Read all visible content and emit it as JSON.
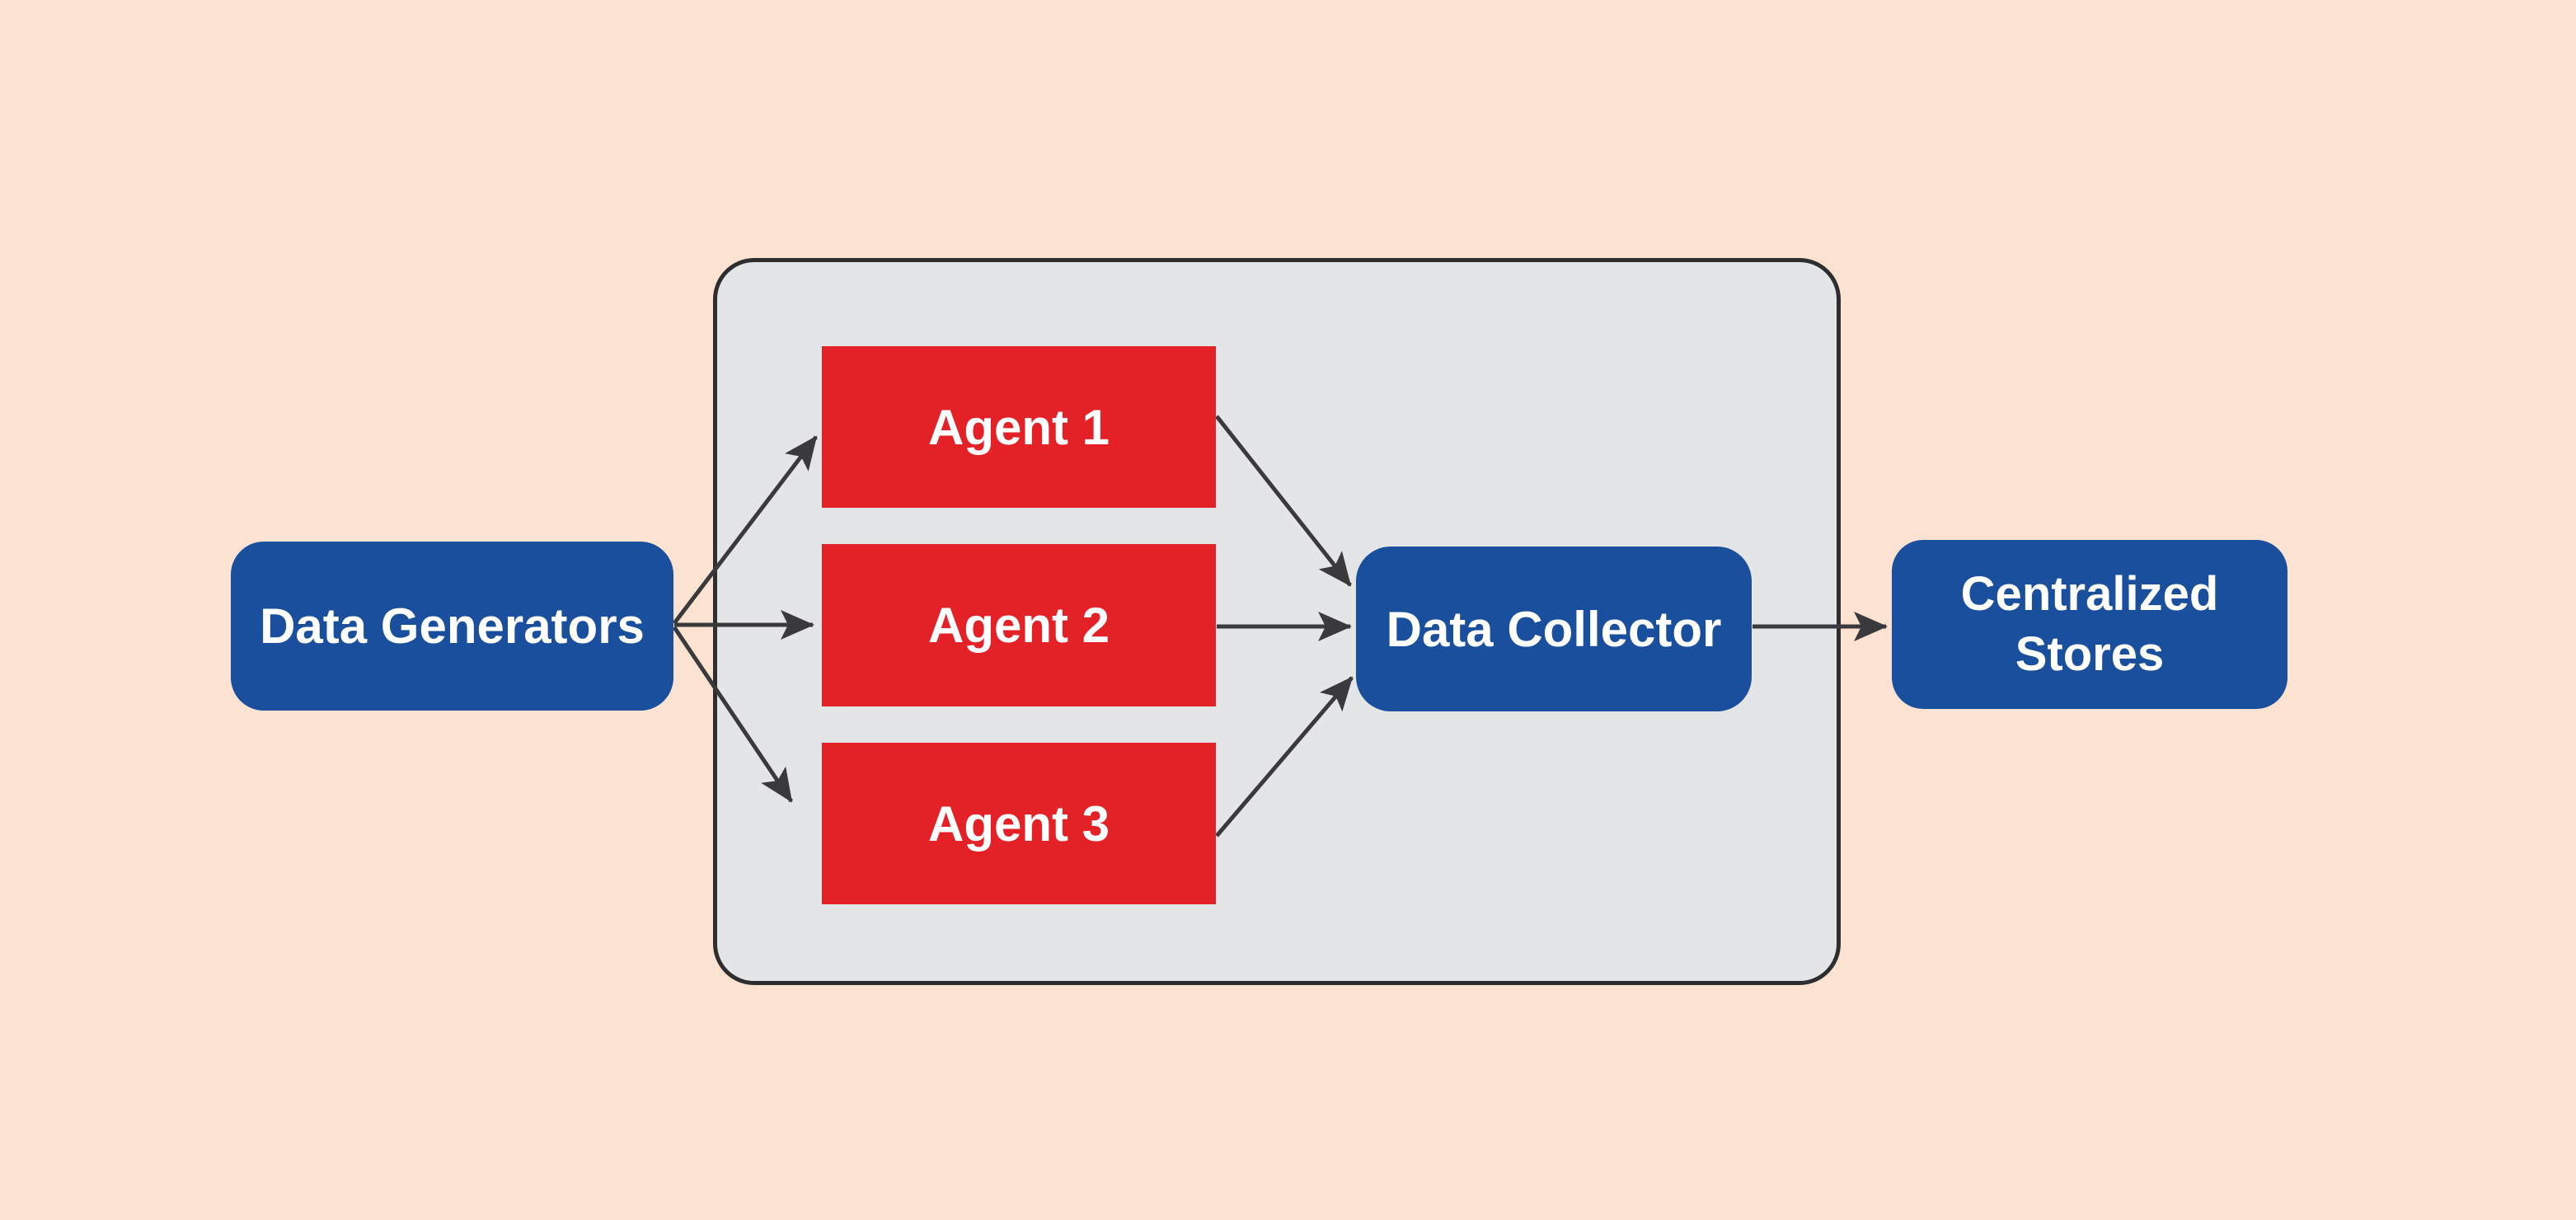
{
  "diagram": {
    "background_color": "#fce3d1",
    "arrow_color": "#3a3a3c",
    "group_box": {
      "fill": "#e4e5e7",
      "border_color": "#2e2e30"
    },
    "nodes": {
      "data_generators": {
        "label": "Data Generators",
        "fill": "#1a4f9e",
        "text_color": "#ffffff",
        "shape": "rounded-rect"
      },
      "agent_1": {
        "label": "Agent 1",
        "fill": "#e42127",
        "text_color": "#ffffff",
        "shape": "rect"
      },
      "agent_2": {
        "label": "Agent 2",
        "fill": "#e42127",
        "text_color": "#ffffff",
        "shape": "rect"
      },
      "agent_3": {
        "label": "Agent 3",
        "fill": "#e42127",
        "text_color": "#ffffff",
        "shape": "rect"
      },
      "data_collector": {
        "label": "Data Collector",
        "fill": "#1a4f9e",
        "text_color": "#ffffff",
        "shape": "rounded-rect"
      },
      "centralized_stores": {
        "label": "Centralized Stores",
        "fill": "#1a4f9e",
        "text_color": "#ffffff",
        "shape": "rounded-rect"
      }
    },
    "edges": [
      {
        "from": "Data Generators",
        "to": "Agent 1"
      },
      {
        "from": "Data Generators",
        "to": "Agent 2"
      },
      {
        "from": "Data Generators",
        "to": "Agent 3"
      },
      {
        "from": "Agent 1",
        "to": "Data Collector"
      },
      {
        "from": "Agent 2",
        "to": "Data Collector"
      },
      {
        "from": "Agent 3",
        "to": "Data Collector"
      },
      {
        "from": "Data Collector",
        "to": "Centralized Stores"
      }
    ]
  }
}
